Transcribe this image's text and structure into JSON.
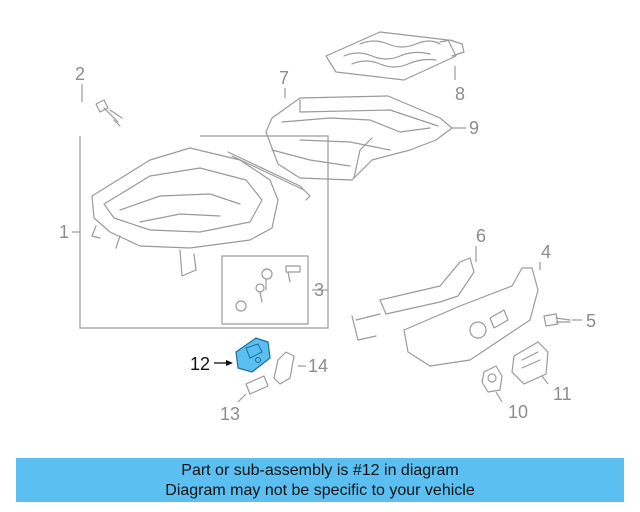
{
  "diagram": {
    "callouts": [
      "1",
      "2",
      "3",
      "4",
      "5",
      "6",
      "7",
      "8",
      "9",
      "10",
      "11",
      "12",
      "13",
      "14"
    ],
    "highlight_part": "12",
    "highlight_color": "#5bc0f1"
  },
  "banner": {
    "line1": "Part or sub-assembly is #12 in diagram",
    "line2": "Diagram may not be specific to your vehicle",
    "background": "#5bc0f1"
  }
}
